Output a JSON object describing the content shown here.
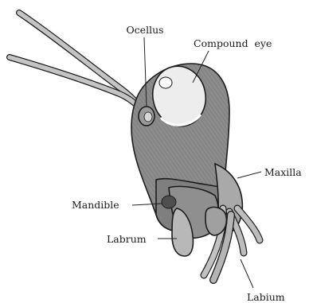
{
  "diagram": {
    "labels": {
      "ocellus": "Ocellus",
      "compound_eye": "Compound  eye",
      "maxilla": "Maxilla",
      "mandible": "Mandible",
      "labrum": "Labrum",
      "labium": "Labium"
    },
    "colors": {
      "head": "#8a8a8a",
      "head_dark": "#6e6e6e",
      "mouthparts": "#b8b8b8",
      "antenna": "#c4c4c4",
      "eye": "#ededed",
      "outline": "#1c1c1c"
    }
  }
}
